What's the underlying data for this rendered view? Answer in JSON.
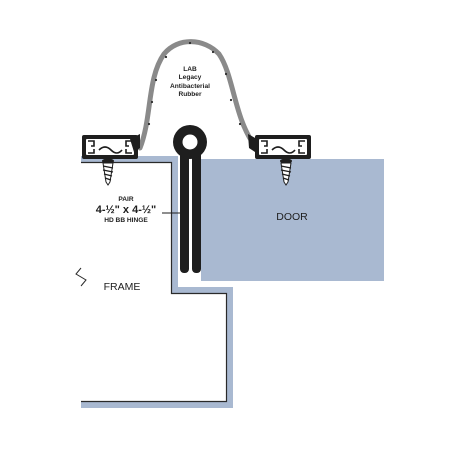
{
  "labels": {
    "rubber_line1": "LAB",
    "rubber_line2": "Legacy",
    "rubber_line3": "Antibacterial",
    "rubber_line4": "Rubber",
    "hinge_line1": "PAIR",
    "hinge_line2": "4-½\" x 4-½\"",
    "hinge_line3": "HD BB HINGE",
    "frame": "FRAME",
    "door": "DOOR"
  },
  "colors": {
    "door_fill": "#a9b9d1",
    "frame_outline": "#a9b9d1",
    "outline": "#1e1e1e",
    "rubber": "#8a8a8a",
    "background": "#ffffff"
  }
}
